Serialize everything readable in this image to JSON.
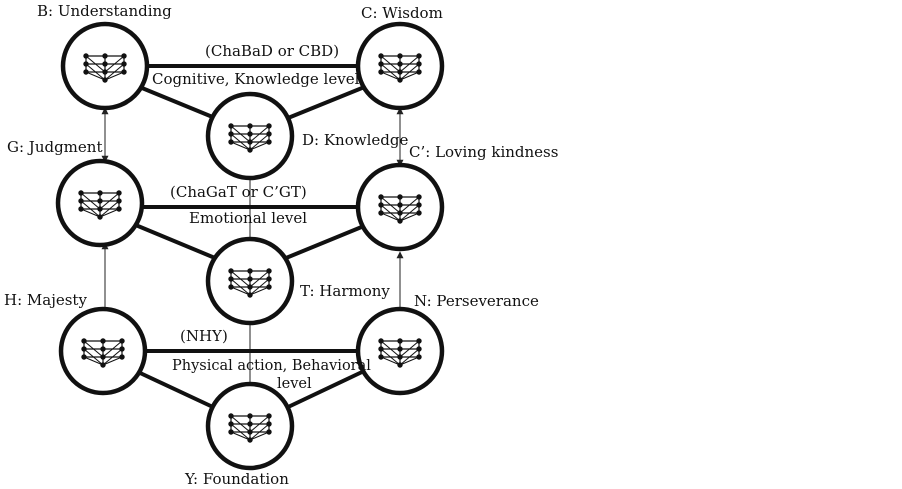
{
  "nodes": {
    "B": {
      "label": "B: Understanding"
    },
    "C": {
      "label": "C: Wisdom"
    },
    "D": {
      "label": "D: Knowledge"
    },
    "G": {
      "label": "G: Judgment"
    },
    "Cp": {
      "label": "C’: Loving kindness"
    },
    "T": {
      "label": "T: Harmony"
    },
    "H": {
      "label": "H: Majesty"
    },
    "N": {
      "label": "N: Perseverance"
    },
    "Y": {
      "label": "Y: Foundation"
    }
  },
  "levels": {
    "cognitive": {
      "abbr": "(ChaBaD or CBD)",
      "name": "Cognitive, Knowledge level"
    },
    "emotional": {
      "abbr": "(ChaGaT or C’GT)",
      "name": "Emotional level"
    },
    "physical": {
      "abbr": "(NHY)",
      "name_line1": "Physical action, Behavioral",
      "name_line2": "level"
    }
  }
}
